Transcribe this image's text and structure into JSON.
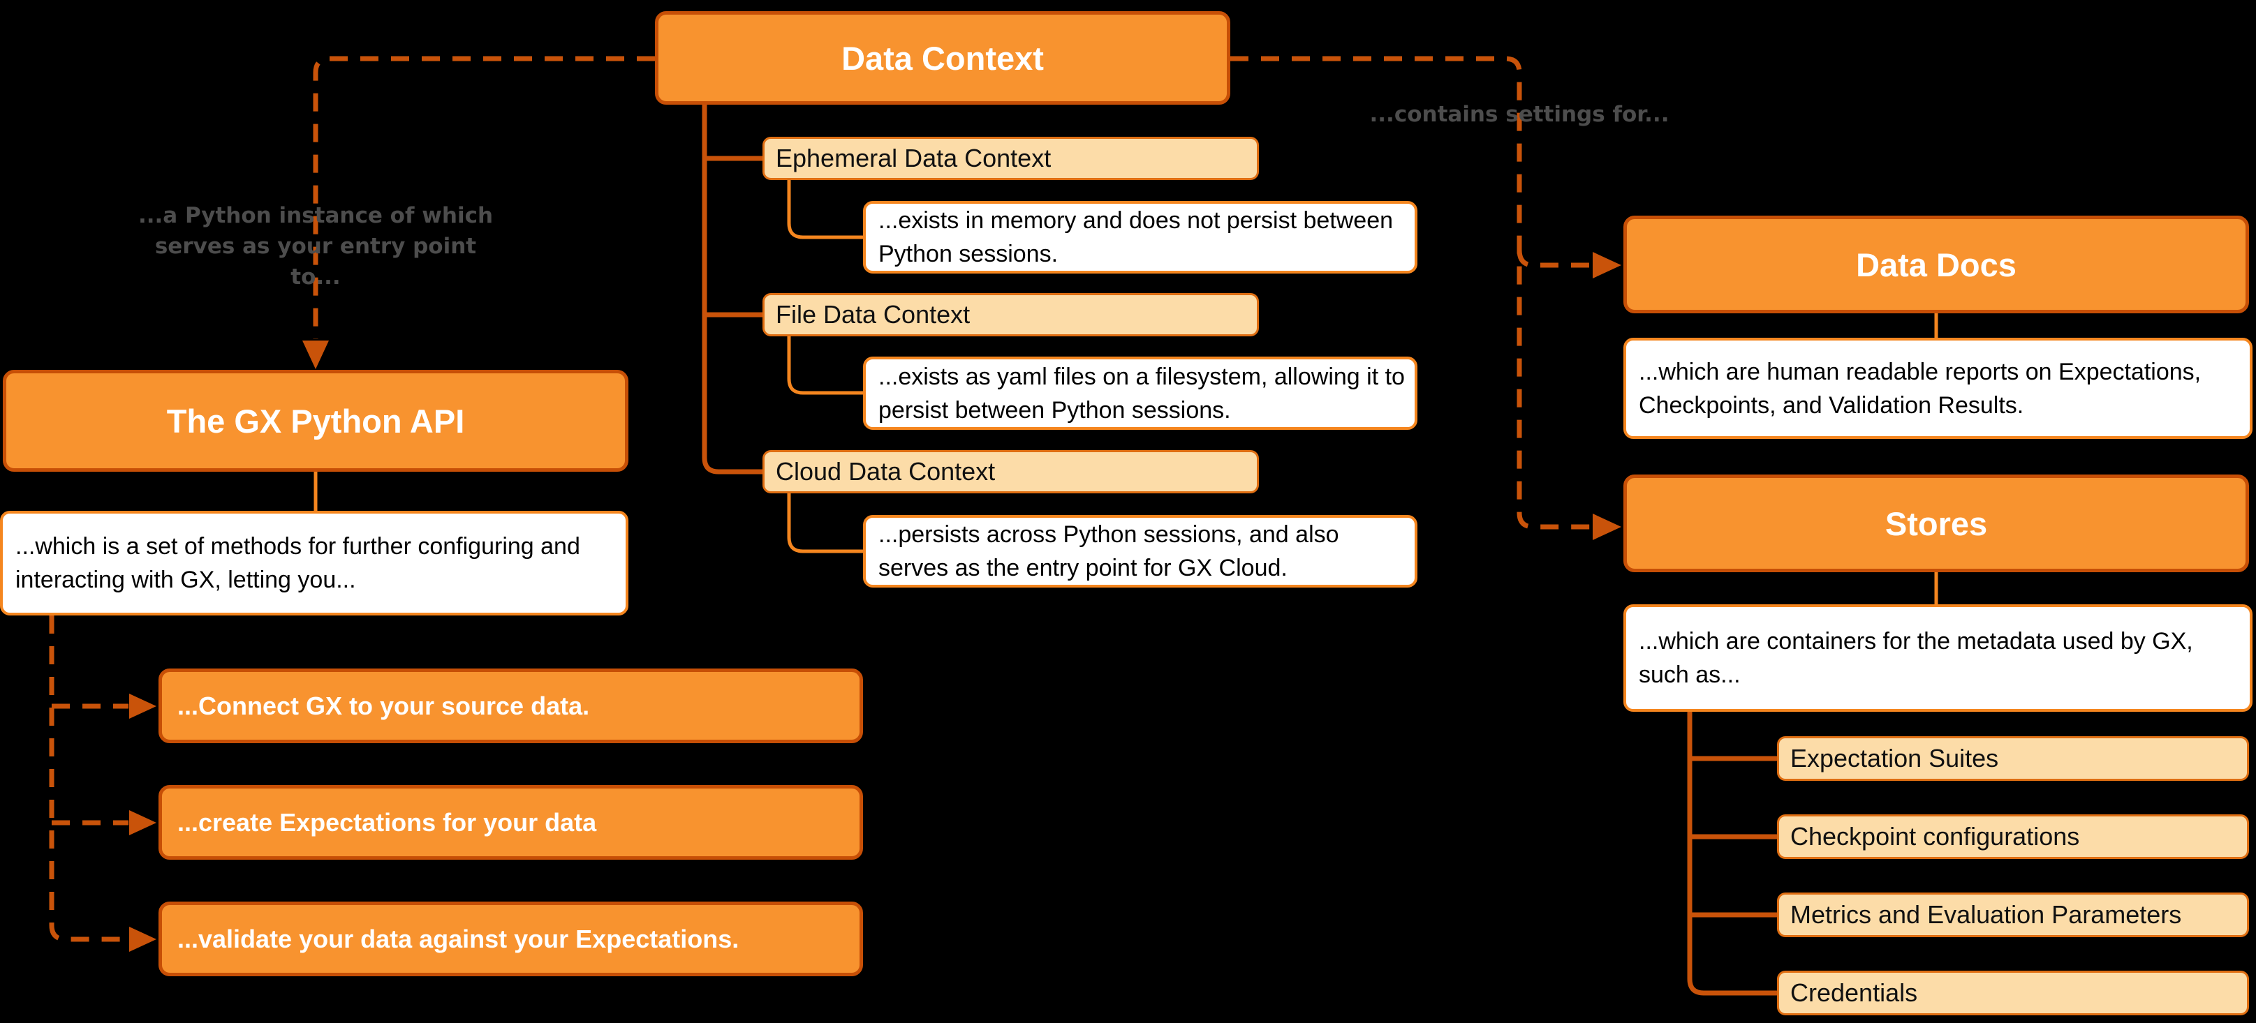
{
  "colors": {
    "background": "#000000",
    "header_fill": "#F8932F",
    "header_border": "#C74F06",
    "peach_fill": "#FCDCA8",
    "peach_border": "#DF6E12",
    "desc_border": "#F5861F",
    "dashed_connector": "#C9530A",
    "light_connector": "#F5861F",
    "annotation_gray": "#4D4D4D"
  },
  "nodes": {
    "data_context": {
      "label": "Data Context"
    },
    "gx_python_api": {
      "label": "The GX Python API",
      "description": "...which is a set of methods for further configuring and interacting with GX, letting you..."
    },
    "actions": [
      {
        "label": "...Connect GX to your source data."
      },
      {
        "label": "...create Expectations for your data"
      },
      {
        "label": "...validate your data against your Expectations."
      }
    ],
    "context_types": [
      {
        "label": "Ephemeral Data Context",
        "description": "...exists in memory and does not persist between Python sessions."
      },
      {
        "label": "File Data Context",
        "description": "...exists as yaml files on a filesystem, allowing it to persist between Python sessions."
      },
      {
        "label": "Cloud Data Context",
        "description": "...persists across Python sessions, and also serves as the entry point for GX Cloud."
      }
    ],
    "data_docs": {
      "label": "Data Docs",
      "description": "...which are human readable reports on Expectations, Checkpoints, and Validation Results."
    },
    "stores": {
      "label": "Stores",
      "description": "...which are containers for the metadata used by GX, such as...",
      "items": [
        "Expectation Suites",
        "Checkpoint configurations",
        "Metrics and Evaluation Parameters",
        "Credentials"
      ]
    }
  },
  "annotations": {
    "entry_point": "...a Python instance of which serves as your entry point to...",
    "contains_settings": "...contains settings for..."
  }
}
